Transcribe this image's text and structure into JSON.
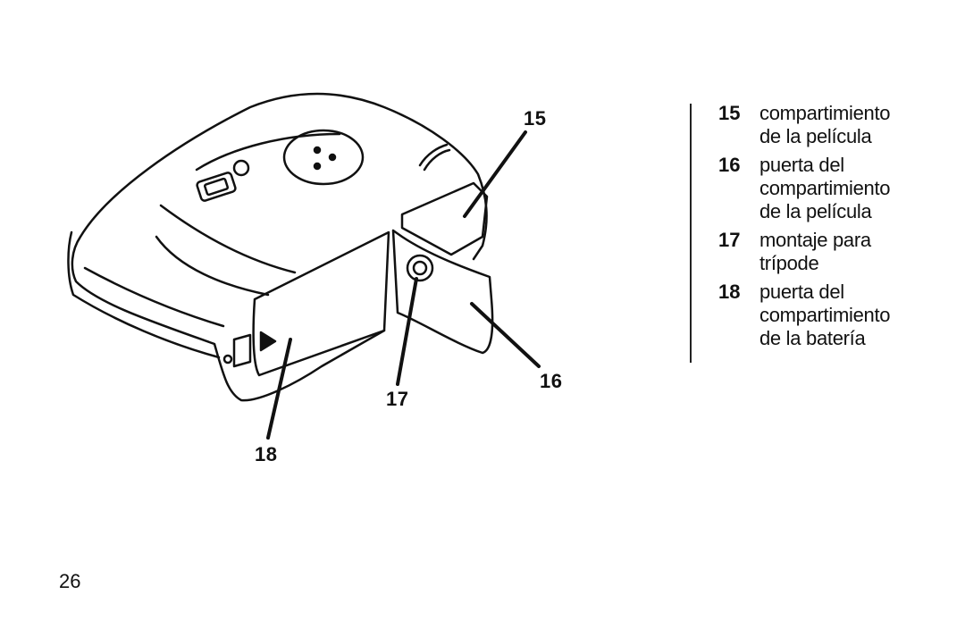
{
  "figure": {
    "callouts": [
      "15",
      "16",
      "17",
      "18"
    ]
  },
  "legend": {
    "items": [
      {
        "number": "15",
        "lines": [
          "compartimiento",
          "de la película"
        ]
      },
      {
        "number": "16",
        "lines": [
          "puerta del",
          "compartimiento",
          "de la película"
        ]
      },
      {
        "number": "17",
        "lines": [
          "montaje para",
          "trípode"
        ]
      },
      {
        "number": "18",
        "lines": [
          "puerta del",
          "compartimiento",
          "de la batería"
        ]
      }
    ]
  },
  "page": {
    "number": "26"
  }
}
